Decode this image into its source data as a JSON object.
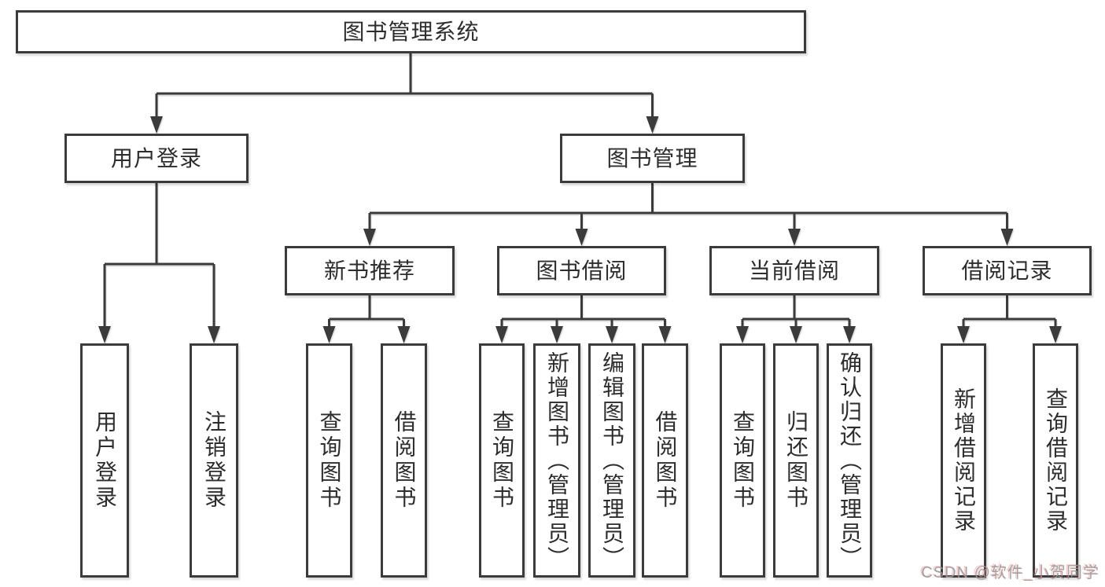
{
  "tree": {
    "label": "图书管理系统",
    "children": [
      {
        "label": "用户登录",
        "children": [
          {
            "label": "用户登录"
          },
          {
            "label": "注销登录"
          }
        ]
      },
      {
        "label": "图书管理",
        "children": [
          {
            "label": "新书推荐",
            "children": [
              {
                "label": "查询图书"
              },
              {
                "label": "借阅图书"
              }
            ]
          },
          {
            "label": "图书借阅",
            "children": [
              {
                "label": "查询图书"
              },
              {
                "label": "新增图书（管理员）"
              },
              {
                "label": "编辑图书（管理员）"
              },
              {
                "label": "借阅图书"
              }
            ]
          },
          {
            "label": "当前借阅",
            "children": [
              {
                "label": "查询图书"
              },
              {
                "label": "归还图书"
              },
              {
                "label": "确认归还（管理员）"
              }
            ]
          },
          {
            "label": "借阅记录",
            "children": [
              {
                "label": "新增借阅记录"
              },
              {
                "label": "查询借阅记录"
              }
            ]
          }
        ]
      }
    ]
  },
  "watermark": {
    "text": "CSDN @软件_小贺同学"
  },
  "colors": {
    "line": "#3b3b3b",
    "text": "#2d2d2d",
    "background": "#ffffff",
    "watermark": "#989898"
  }
}
